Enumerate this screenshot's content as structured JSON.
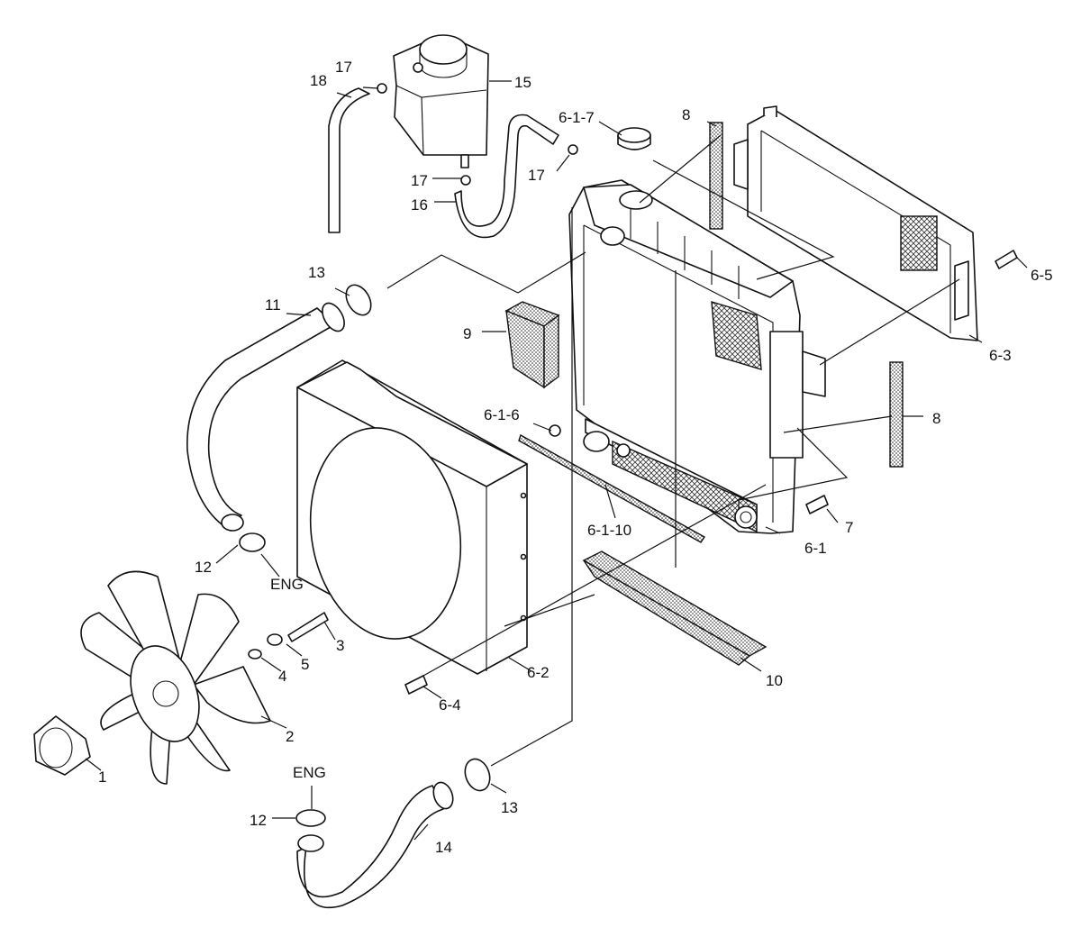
{
  "callouts": {
    "c1": "1",
    "c2": "2",
    "c3": "3",
    "c4": "4",
    "c5": "5",
    "c6_1": "6-1",
    "c6_1_6": "6-1-6",
    "c6_1_7": "6-1-7",
    "c6_1_10": "6-1-10",
    "c6_2": "6-2",
    "c6_3": "6-3",
    "c6_4": "6-4",
    "c6_5": "6-5",
    "c7": "7",
    "c8a": "8",
    "c8b": "8",
    "c9": "9",
    "c10": "10",
    "c11": "11",
    "c12a": "12",
    "c12b": "12",
    "c13a": "13",
    "c13b": "13",
    "c14": "14",
    "c15": "15",
    "c16": "16",
    "c17a": "17",
    "c17b": "17",
    "c17c": "17",
    "c18": "18",
    "eng_a": "ENG",
    "eng_b": "ENG"
  }
}
